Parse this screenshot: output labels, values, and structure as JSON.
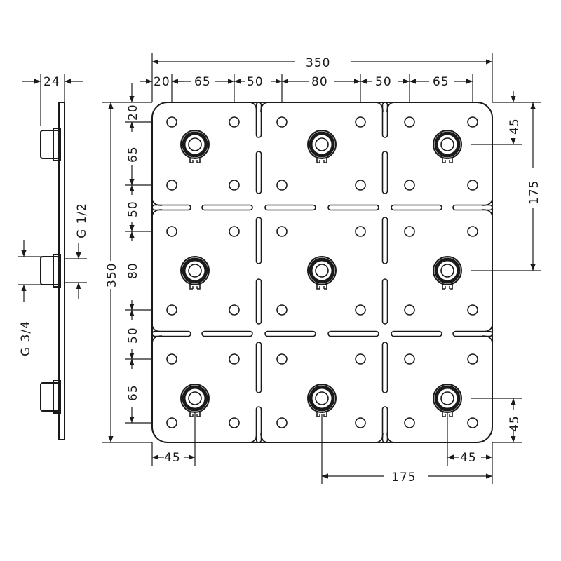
{
  "colors": {
    "ink": "#1a1a1a",
    "paper": "#ffffff"
  },
  "dimensions": {
    "overall_width": "350",
    "col_20": "20",
    "col_65_left": "65",
    "col_50_left": "50",
    "col_80": "80",
    "col_50_right": "50",
    "col_65_right": "65",
    "overall_height": "350",
    "row_20": "20",
    "row_65_top": "65",
    "row_50_top": "50",
    "row_80": "80",
    "row_50_bottom": "50",
    "row_65_bottom": "65",
    "right_45_top": "45",
    "right_175": "175",
    "right_45_bottom": "45",
    "bottom_45_left": "45",
    "bottom_45_right": "45",
    "bottom_175": "175",
    "side_thickness": "24",
    "thread_g12": "G 1/2",
    "thread_g34": "G 3/4"
  }
}
